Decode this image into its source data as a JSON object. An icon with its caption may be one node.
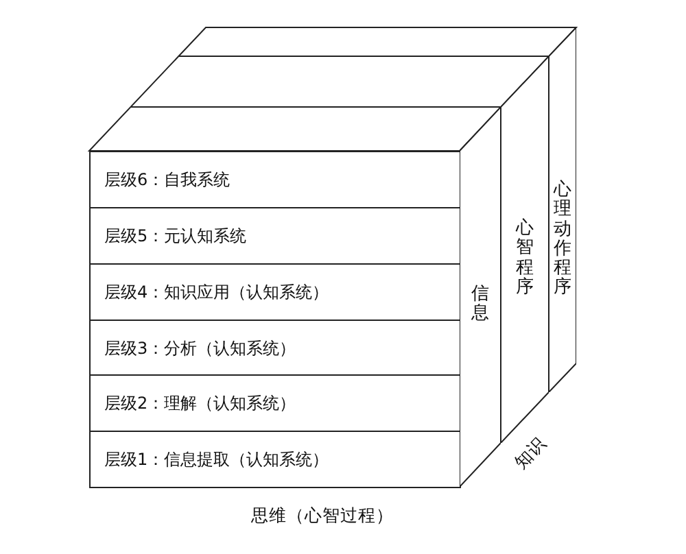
{
  "diagram": {
    "nodes": [
      {
        "text": [
          "层级6：自我系统"
        ]
      },
      {
        "text": [
          "层级5：元认知系统"
        ]
      },
      {
        "text": [
          "层级4：知识应用（认知系统）"
        ]
      },
      {
        "text": [
          "层级3：分析（认知系统）"
        ]
      },
      {
        "text": [
          "层级2：理解（认知系统）"
        ]
      },
      {
        "text": [
          "层级1：信息提取（认知系统）"
        ]
      },
      {
        "text": [
          "信息"
        ]
      },
      {
        "text": [
          "心智程序"
        ]
      },
      {
        "text": [
          "心理动作程序"
        ]
      }
    ],
    "labels": [
      "知识",
      "思维（心智过程）"
    ]
  }
}
